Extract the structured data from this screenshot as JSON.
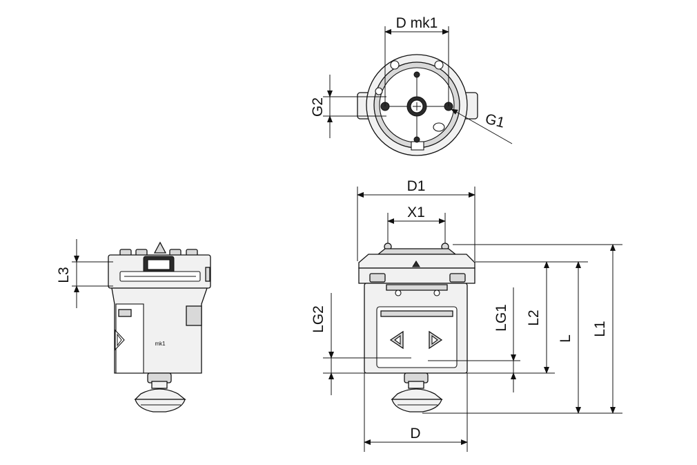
{
  "diagram": {
    "top_view": {
      "labels": {
        "d_mk1": "D mk1",
        "g2": "G2",
        "g1": "G1"
      }
    },
    "side_view_small": {
      "labels": {
        "l3": "L3"
      },
      "marking": "mk1"
    },
    "front_view": {
      "labels": {
        "d1": "D1",
        "x1": "X1",
        "lg2": "LG2",
        "lg1": "LG1",
        "l2": "L2",
        "l": "L",
        "l1": "L1",
        "d": "D"
      }
    }
  },
  "colors": {
    "line": "#111111",
    "body": "#f1f1f1",
    "shade": "#d9d9d9"
  }
}
